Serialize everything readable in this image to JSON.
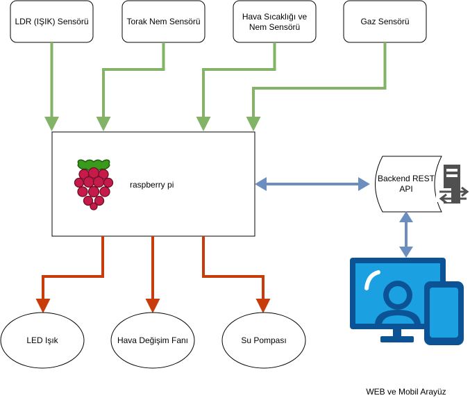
{
  "sensors": [
    {
      "label_lines": [
        "LDR (IŞIK) Sensörü"
      ]
    },
    {
      "label_lines": [
        "Torak Nem Sensörü"
      ]
    },
    {
      "label_lines": [
        "Hava Sıcaklığı ve",
        "Nem Sensörü"
      ]
    },
    {
      "label_lines": [
        "Gaz Sensörü"
      ]
    }
  ],
  "controller": {
    "label": "raspberry pi",
    "icon": "raspberry-icon"
  },
  "backend": {
    "label_lines": [
      "Backend REST",
      "API"
    ],
    "icon": "server-icon"
  },
  "outputs": [
    {
      "label": "LED Işık"
    },
    {
      "label": "Hava Değişim Fanı"
    },
    {
      "label": "Su Pompası"
    }
  ],
  "client": {
    "label": "WEB ve Mobil Arayüz",
    "icon": "web-mobile-user-icon"
  },
  "colors": {
    "sensor_arrow": "#82b366",
    "output_arrow": "#c83c0c",
    "api_arrow": "#6c8ebf",
    "device_blue": "#0b5394",
    "device_accent": "#1ba1e2",
    "server_gray": "#505050"
  }
}
